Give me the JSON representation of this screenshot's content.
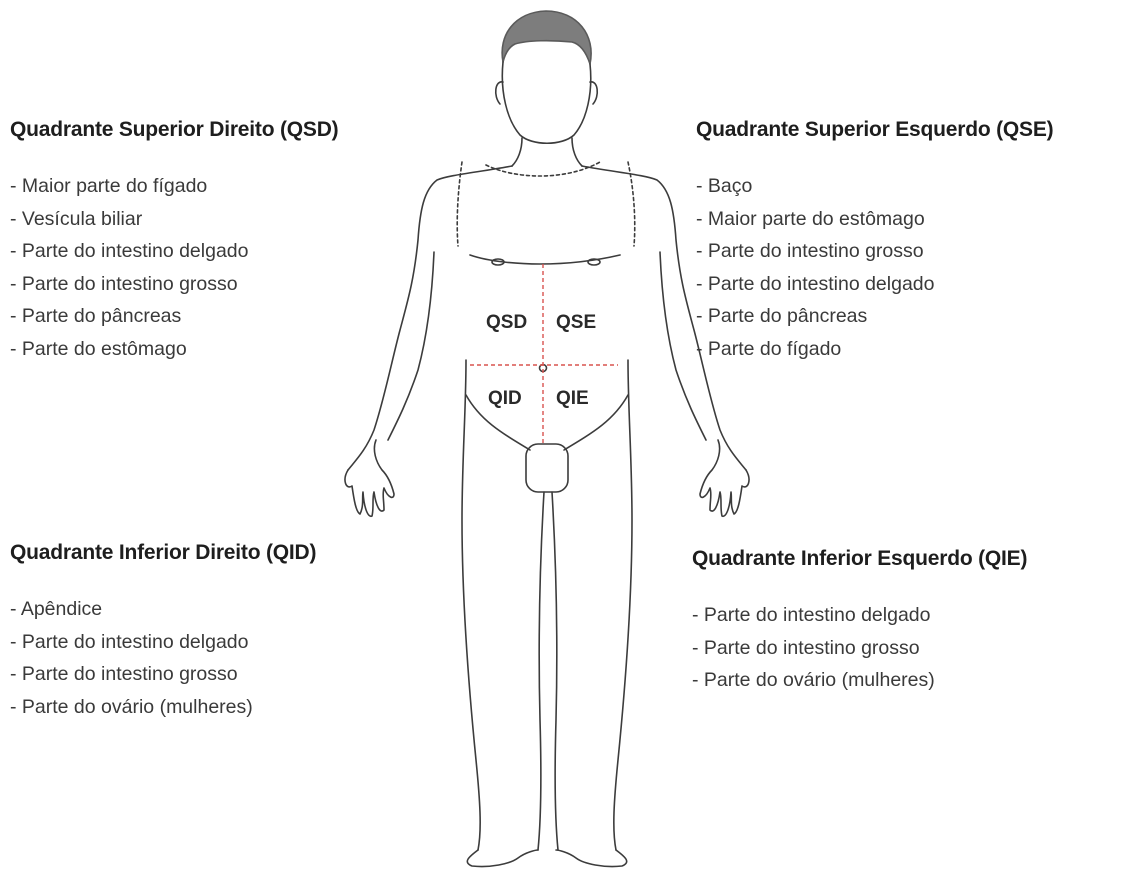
{
  "quadrants": {
    "qsd": {
      "title": "Quadrante Superior Direito (QSD)",
      "abbr": "QSD",
      "items": [
        "- Maior parte do fígado",
        "- Vesícula biliar",
        "- Parte do intestino delgado",
        "- Parte do intestino grosso",
        "- Parte do pâncreas",
        "- Parte do estômago"
      ]
    },
    "qse": {
      "title": "Quadrante Superior Esquerdo (QSE)",
      "abbr": "QSE",
      "items": [
        "- Baço",
        "- Maior parte do estômago",
        "- Parte do intestino grosso",
        "- Parte do intestino delgado",
        "- Parte do pâncreas",
        "- Parte do fígado"
      ]
    },
    "qid": {
      "title": "Quadrante Inferior Direito (QID)",
      "abbr": "QID",
      "items": [
        "- Apêndice",
        "- Parte do intestino delgado",
        "- Parte do intestino grosso",
        "- Parte do ovário (mulheres)"
      ]
    },
    "qie": {
      "title": "Quadrante Inferior Esquerdo (QIE)",
      "abbr": "QIE",
      "items": [
        "- Parte do intestino delgado",
        "- Parte do intestino grosso",
        "- Parte do ovário (mulheres)"
      ]
    }
  },
  "colors": {
    "outline": "#3c3c3c",
    "hair": "#7d7d7d",
    "divider": "#d9534f"
  }
}
